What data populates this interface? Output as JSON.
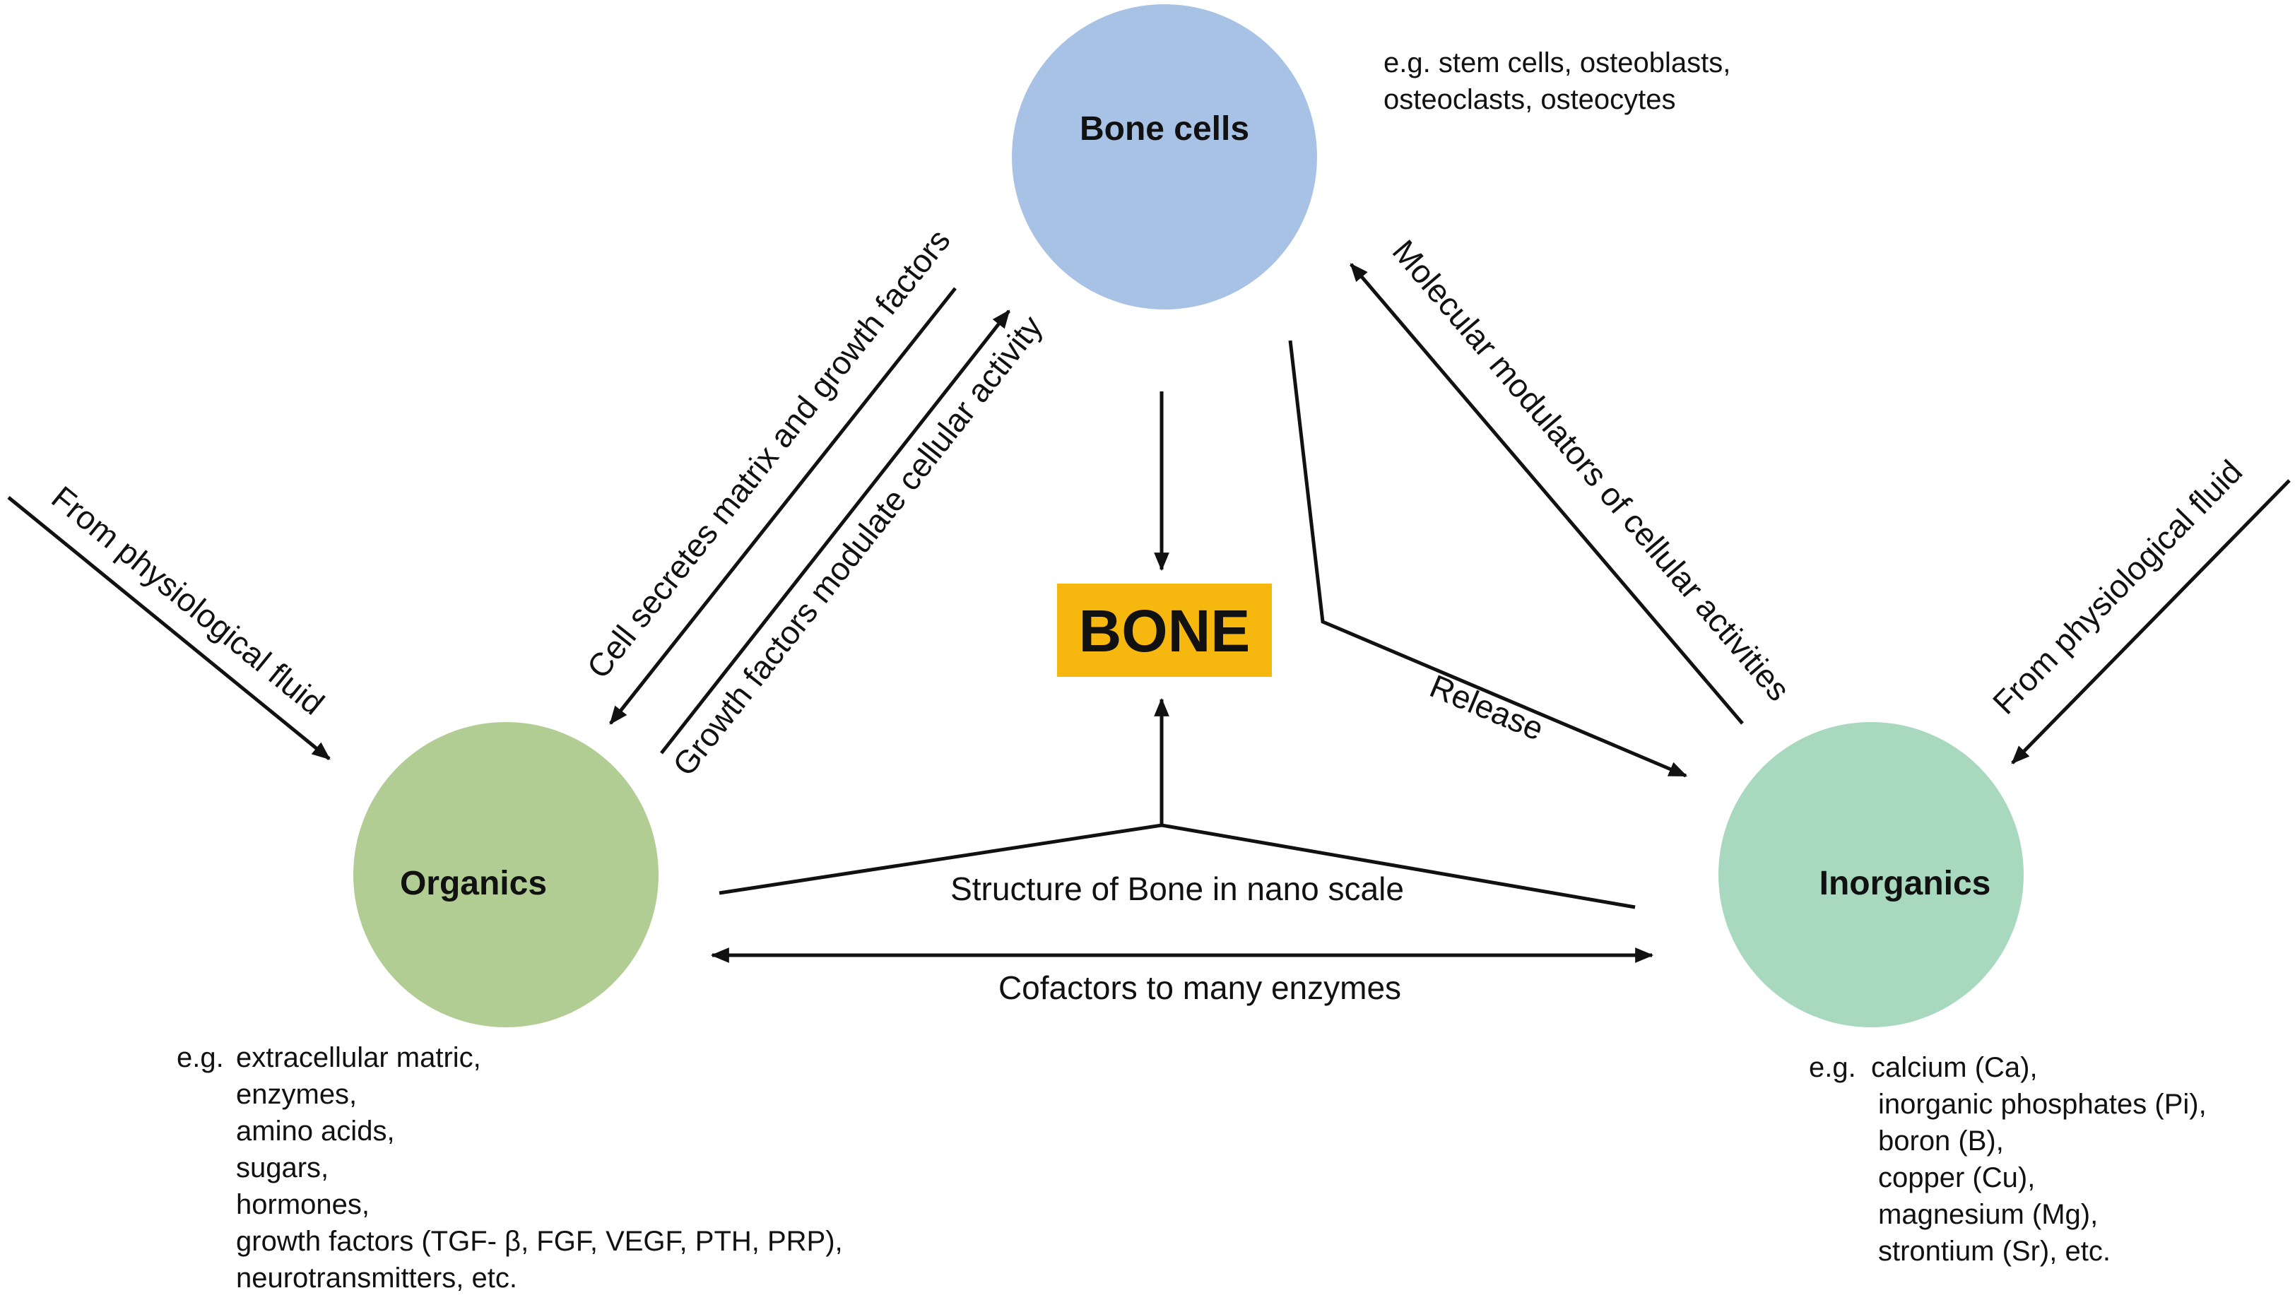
{
  "nodes": {
    "bone_cells": {
      "label": "Bone cells",
      "color": "#a8c2e6"
    },
    "organics": {
      "label": "Organics",
      "color": "#b1cd94"
    },
    "inorganics": {
      "label": "Inorganics",
      "color": "#a8d9bf"
    },
    "bone": {
      "label": "BONE",
      "color": "#f6b80f"
    }
  },
  "edges": {
    "from_fluid_left": "From physiological fluid",
    "from_fluid_right": "From physiological fluid",
    "cell_secretes": "Cell secretes matrix and growth factors",
    "growth_factors": "Growth factors modulate cellular activity",
    "molecular_modulators": "Molecular modulators of cellular activities",
    "release": "Release",
    "structure": "Structure of Bone in nano scale",
    "cofactors": "Cofactors to many enzymes"
  },
  "examples": {
    "bone_cells": [
      "e.g. stem cells, osteoblasts,",
      "osteoclasts, osteocytes"
    ],
    "organics": {
      "prefix": "e.g.",
      "items": [
        "extracellular matric,",
        "enzymes,",
        "amino acids,",
        "sugars,",
        "hormones,",
        "growth factors (TGF- β, FGF, VEGF, PTH, PRP),",
        "neurotransmitters, etc."
      ]
    },
    "inorganics": {
      "prefix": "e.g.",
      "items": [
        "calcium (Ca),",
        "inorganic phosphates (Pi),",
        "boron (B),",
        "copper (Cu),",
        "magnesium (Mg),",
        "strontium (Sr), etc."
      ]
    }
  }
}
